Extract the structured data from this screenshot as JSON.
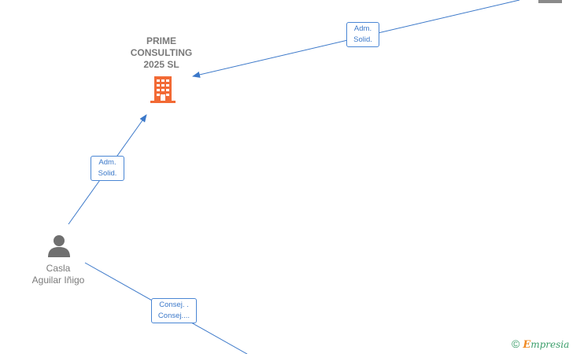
{
  "company": {
    "name_lines": [
      "PRIME",
      "CONSULTING",
      "2025  SL"
    ],
    "icon": "building-icon",
    "color": "#f26a35"
  },
  "person": {
    "name_lines": [
      "Casla",
      "Aguilar Iñigo"
    ],
    "icon": "person-icon",
    "color": "#6f6f6f"
  },
  "edges": [
    {
      "from": "top-right-node",
      "to": "company",
      "label_lines": [
        "Adm.",
        "Solid."
      ]
    },
    {
      "from": "person",
      "to": "company",
      "label_lines": [
        "Adm.",
        "Solid."
      ]
    },
    {
      "from": "person",
      "to": "bottom-node",
      "label_lines": [
        "Consej. .",
        "Consej...."
      ]
    }
  ],
  "colors": {
    "edge": "#3b78c9"
  },
  "brand": {
    "copyright": "©",
    "first_letter": "E",
    "rest": "mpresia"
  }
}
